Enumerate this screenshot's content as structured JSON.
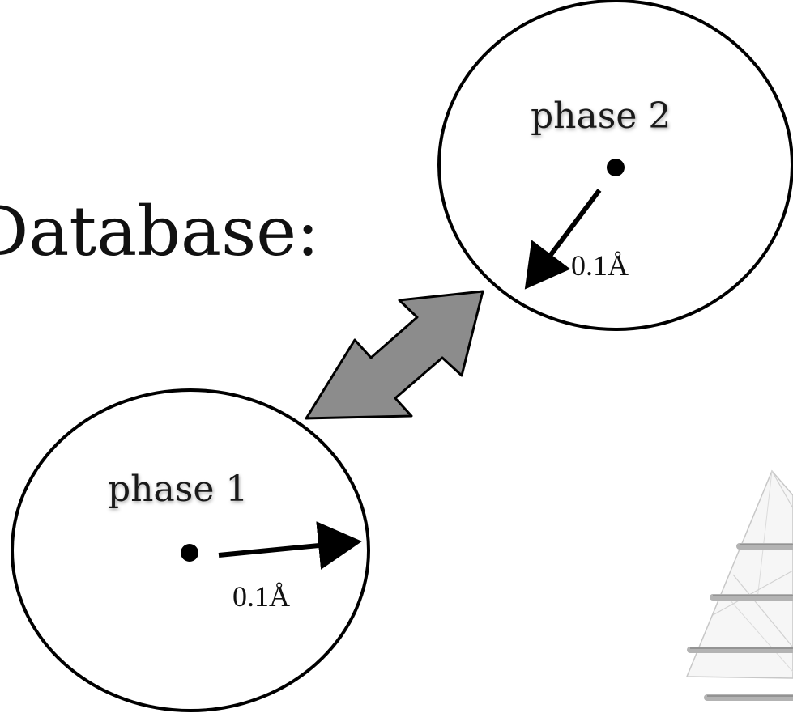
{
  "heading": "Database:",
  "phase2": {
    "label": "phase 2",
    "radius_label": "0.1Å"
  },
  "phase1": {
    "label": "phase 1",
    "radius_label": "0.1Å"
  },
  "colors": {
    "outline": "#000000",
    "connector_fill": "#8c8c8c",
    "structure_rods": "#9a9a9a"
  },
  "icons": [
    "double-headed-arrow-icon",
    "crystal-structure-icon"
  ]
}
